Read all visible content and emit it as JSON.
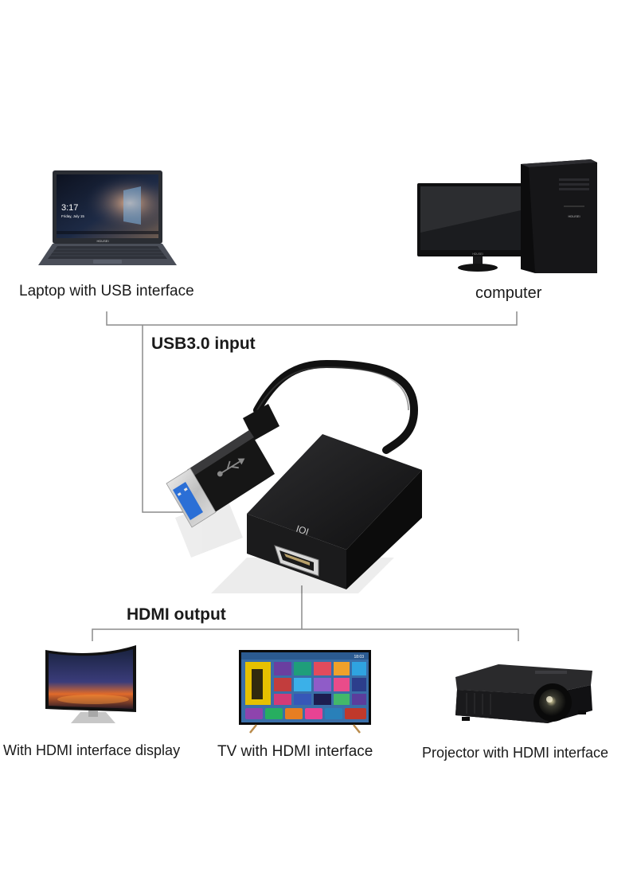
{
  "sources": {
    "laptop_label": "Laptop with USB interface",
    "computer_label": "computer",
    "laptop_screen_time": "3:17",
    "laptop_screen_date": "Friday, July 15",
    "laptop_brand": "HDUSEI",
    "monitor_brand": "HDUSEI",
    "tower_brand": "HDUSEI"
  },
  "adapter": {
    "input_label": "USB3.0 input",
    "output_label": "HDMI output",
    "port_mark": "IOI",
    "usb_symbol": "usb-trident-icon"
  },
  "outputs": {
    "display_label": "With HDMI interface display",
    "tv_label": "TV with HDMI interface",
    "projector_label": "Projector with HDMI interface",
    "tv_clock": "18:03"
  },
  "colors": {
    "connector_line": "#8c8c8c",
    "usb3_blue": "#2b6fd6",
    "adapter_body": "#141414"
  }
}
